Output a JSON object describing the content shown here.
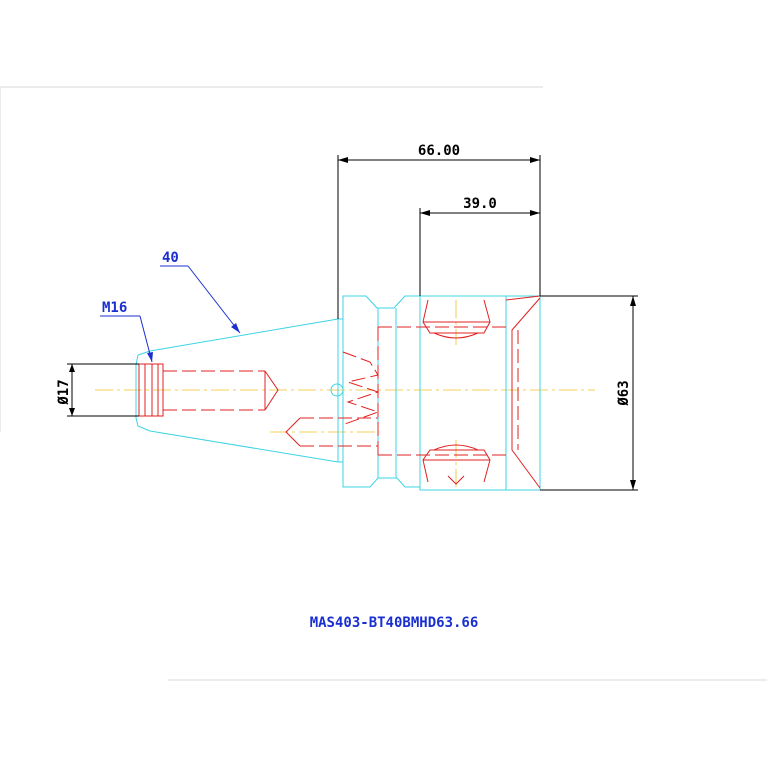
{
  "drawing": {
    "part_number": "MAS403-BT40BMHD63.66",
    "dimensions": {
      "overall_length": "66.00",
      "body_length": "39.0",
      "body_diameter": "Ø63",
      "shank_diameter": "Ø17"
    },
    "callouts": {
      "taper": "40",
      "thread": "M16"
    },
    "colors": {
      "outline": "#3cd4e4",
      "hidden": "#e02020",
      "centerline": "#f0c020",
      "dimension": "#000000",
      "label": "#1a2fd0"
    }
  }
}
